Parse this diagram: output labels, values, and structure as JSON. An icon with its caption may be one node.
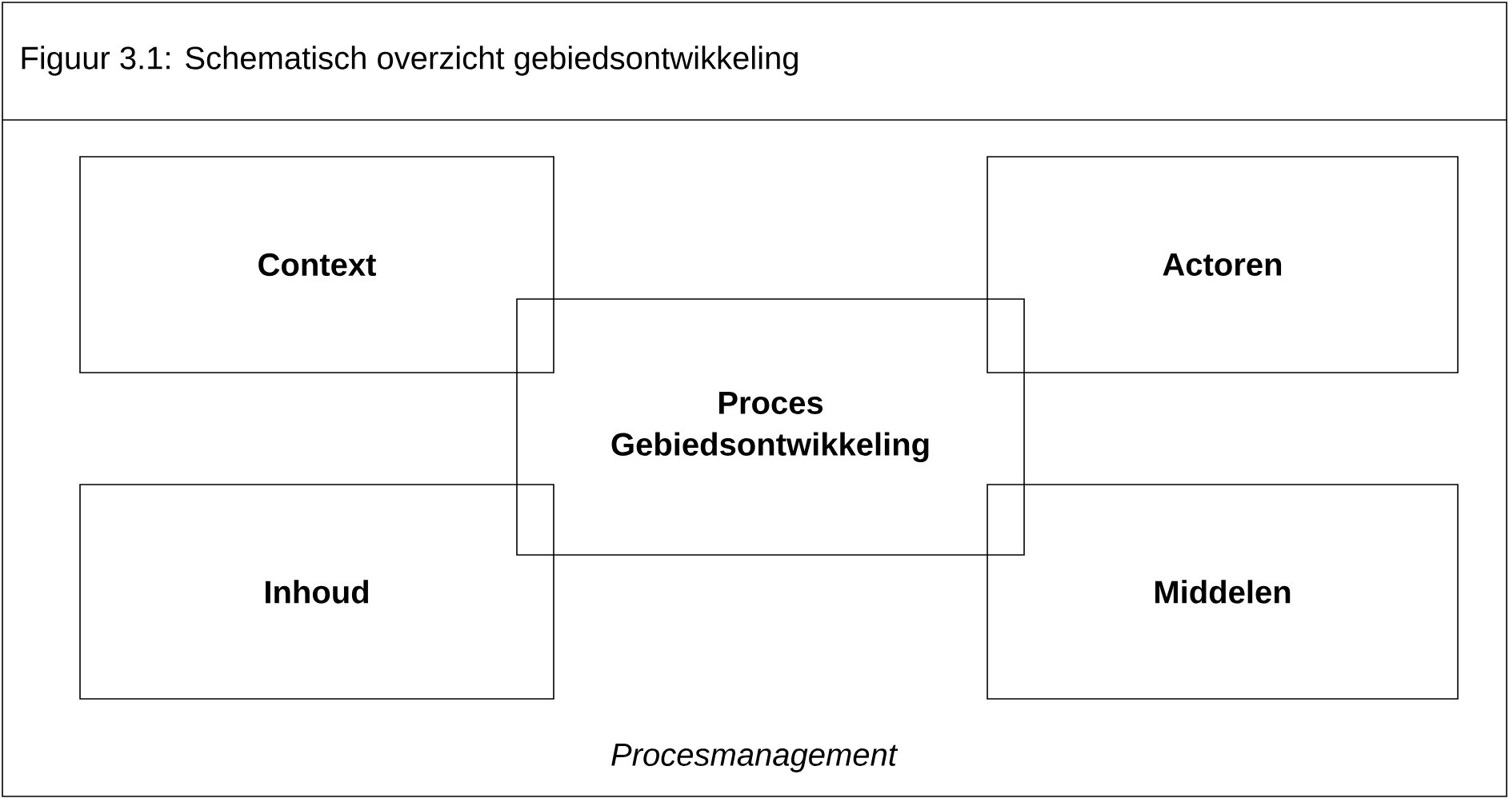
{
  "diagram": {
    "title": "Figuur 3.1: Schematisch overzicht gebiedsontwikkeling",
    "nodes": [
      {
        "text": [
          "Context"
        ]
      },
      {
        "text": [
          "Actoren"
        ]
      },
      {
        "text": [
          "Proces Gebiedsontwikkeling"
        ]
      },
      {
        "text": [
          "Inhoud"
        ]
      },
      {
        "text": [
          "Middelen"
        ]
      }
    ],
    "labels": [
      "Procesmanagement"
    ]
  }
}
